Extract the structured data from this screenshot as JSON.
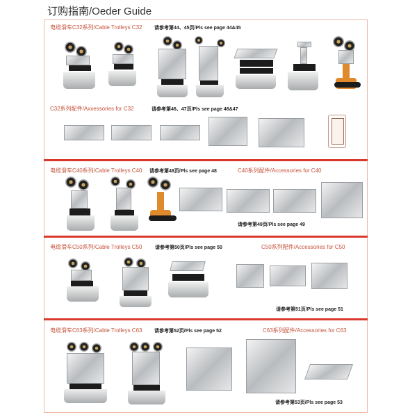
{
  "page": {
    "title": "订购指南/Oeder Guide",
    "colors": {
      "section_header": "#c5523a",
      "separator": "#d9382c",
      "frame_border": "#e9b9a5",
      "reference_text": "#222222"
    }
  },
  "sections": [
    {
      "id": "c32",
      "trolleys_header": "电缆滑车C32系列/Cable Trolleys C32",
      "trolleys_ref": "请参考第44、45页/Pls see page 44&45",
      "trolley_count": 7,
      "accessories_header": "C32系列配件/Axxessories for C32",
      "accessories_ref": "请参考第46、47页/Pls see page 46&47",
      "accessory_count": 6
    },
    {
      "id": "c40",
      "trolleys_header": "电缆滑车C40系列/Cable Trolleys C40",
      "trolleys_ref": "请参考第48页/Pls see page 48",
      "trolley_count": 3,
      "accessories_header": "C40系列配件/Accessories for C40",
      "accessories_ref": "请参考第49页/Pls see page 49",
      "accessory_count": 4
    },
    {
      "id": "c50",
      "trolleys_header": "电缆滑车C50系列/Cable Trolleys C50",
      "trolleys_ref": "请参考第50页/Pls see page 50",
      "trolley_count": 3,
      "accessories_header": "C50系列配件/Accessories for C50",
      "accessories_ref": "请参考第51页/Pls see page 51",
      "accessory_count": 3
    },
    {
      "id": "c63",
      "trolleys_header": "电缆滑车C63系列/Cable Trolleys C63",
      "trolleys_ref": "请参考第52页/Pls see page 52",
      "trolley_count": 2,
      "accessories_header": "C63系列配件/Accessories for C63",
      "accessories_ref": "请参考第53页/Pls see page 53",
      "accessory_count": 3
    }
  ]
}
